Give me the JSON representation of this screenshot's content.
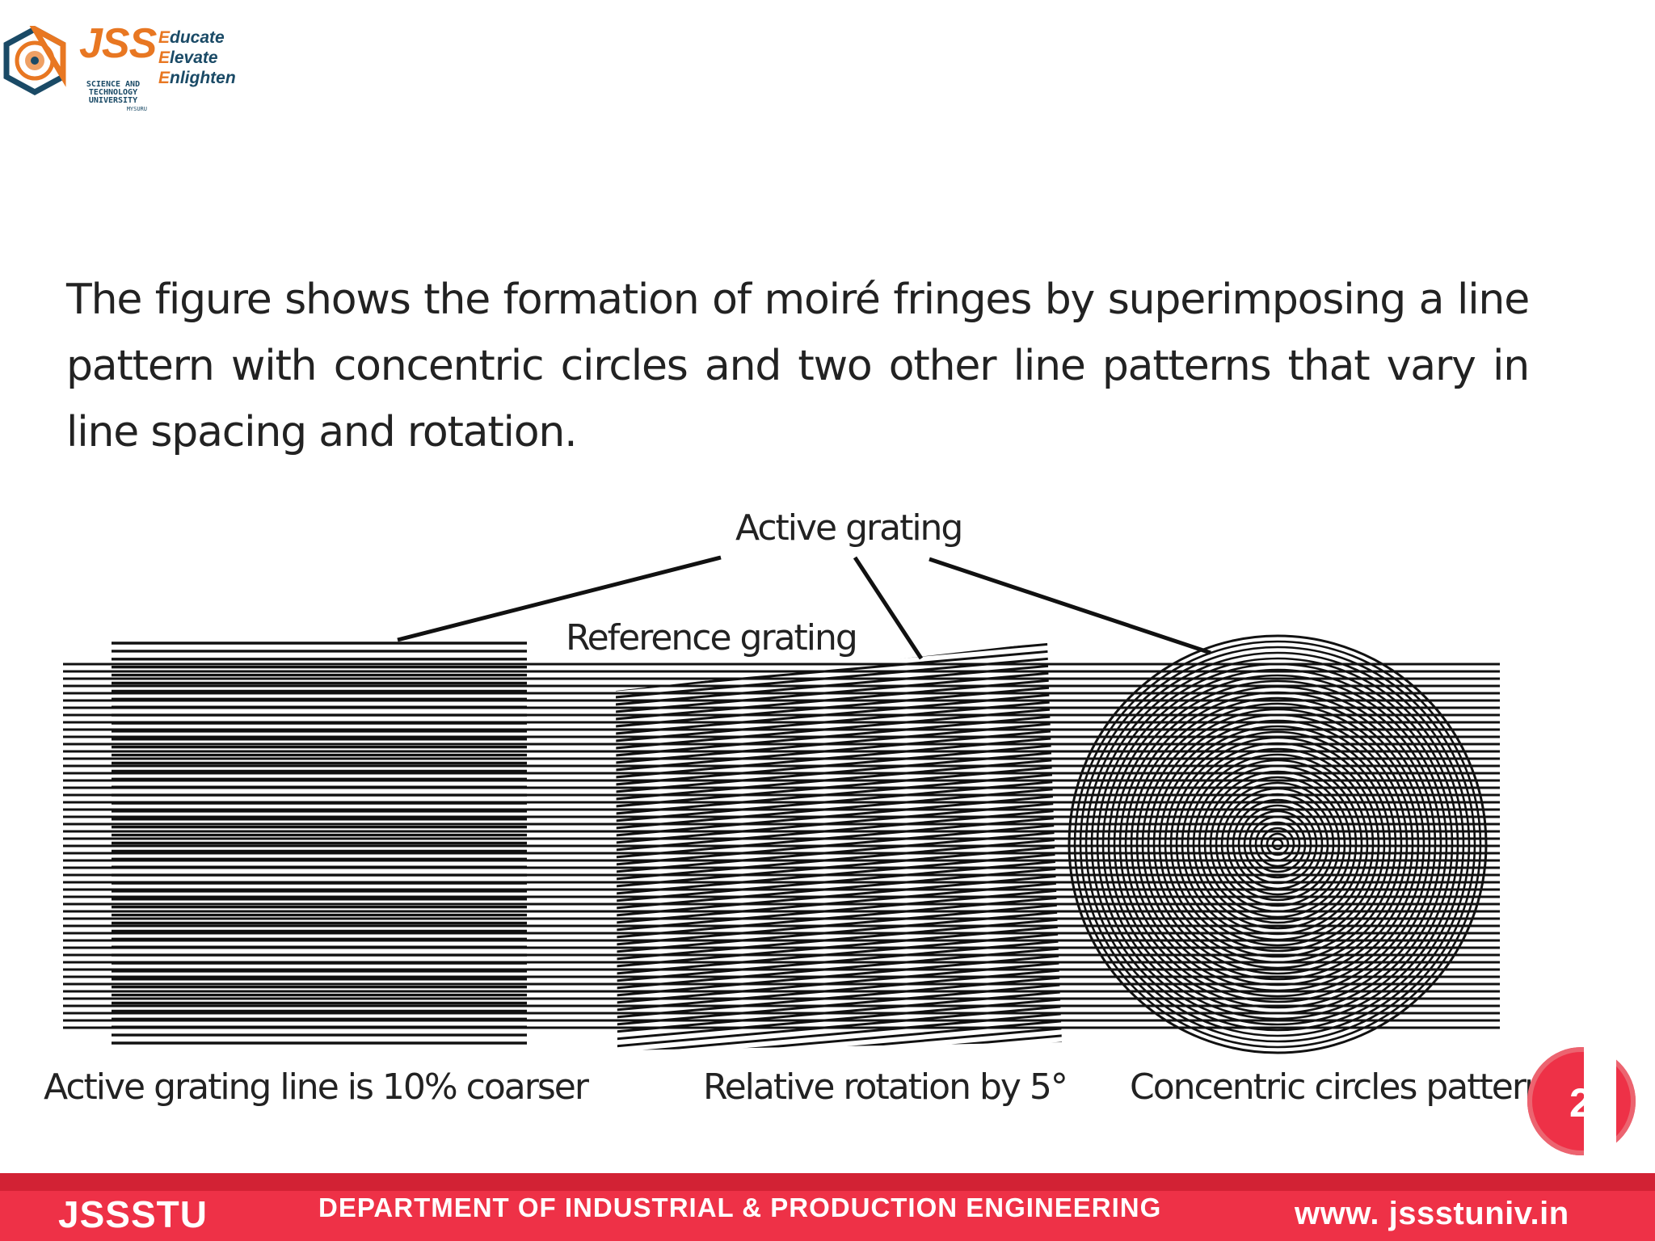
{
  "logo": {
    "brand": "JSS",
    "sub_lines": [
      "SCIENCE AND",
      "TECHNOLOGY",
      "UNIVERSITY"
    ],
    "city": "MYSURU",
    "tagline": [
      {
        "cap": "E",
        "rest": "ducate"
      },
      {
        "cap": "E",
        "rest": "levate"
      },
      {
        "cap": "E",
        "rest": "nlighten"
      }
    ]
  },
  "slide": {
    "paragraph": "The figure shows the formation of moiré fringes by superimposing a line pattern with concentric circles and two other line patterns that vary in line spacing and rotation.",
    "figure_labels": {
      "active_grating": "Active grating",
      "reference_grating": "Reference grating",
      "caption_left": "Active grating line is 10% coarser",
      "caption_middle": "Relative rotation by 5°",
      "caption_right": "Concentric circles pattern"
    },
    "page_number": "2"
  },
  "footer": {
    "left": "JSSSTU",
    "center": "DEPARTMENT OF INDUSTRIAL & PRODUCTION ENGINEERING",
    "right": "www. jssstuniv.in"
  },
  "colors": {
    "accent_orange": "#e87722",
    "brand_navy": "#1a4a66",
    "footer_red": "#ee3147"
  }
}
